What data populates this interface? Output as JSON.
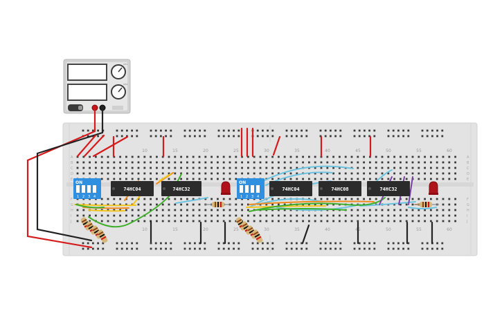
{
  "breadboard": {
    "column_numbers": [
      "10",
      "15",
      "20",
      "25",
      "30",
      "35",
      "40",
      "45",
      "50",
      "55",
      "60"
    ],
    "row_letters_top": [
      "A",
      "B",
      "C",
      "D",
      "E"
    ],
    "row_letters_bottom": [
      "F",
      "G",
      "H",
      "I",
      "J"
    ]
  },
  "chips": [
    {
      "label": "74HC04"
    },
    {
      "label": "74HC32"
    },
    {
      "label": "74HC04"
    },
    {
      "label": "74HC08"
    },
    {
      "label": "74HC32"
    }
  ],
  "dip_switches": [
    {
      "on_label": "ON",
      "numbers": [
        "1",
        "2",
        "3",
        "4"
      ]
    },
    {
      "on_label": "ON",
      "numbers": [
        "1",
        "2",
        "3",
        "4"
      ]
    }
  ],
  "power_supply": {
    "knob_labels": [
      "CH1",
      "CH2"
    ]
  },
  "colors": {
    "board": "#e3e3e3",
    "wire_red": "#d41a1a",
    "wire_black": "#222222",
    "wire_yellow": "#f2c51b",
    "wire_orange": "#f08a1c",
    "wire_green": "#3fae2a",
    "wire_blue": "#6cc3e0",
    "wire_purple": "#7a3fa8",
    "chip": "#2b2b2b",
    "dip": "#2f8fe0",
    "led": "#b0121b"
  }
}
